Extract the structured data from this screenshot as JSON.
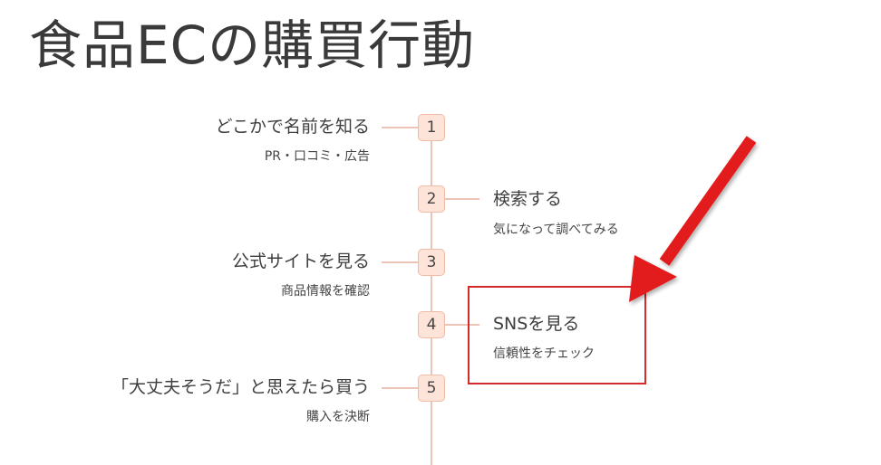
{
  "title": "食品ECの購買行動",
  "steps": [
    {
      "number": "1",
      "main": "どこかで名前を知る",
      "sub": "PR・口コミ・広告"
    },
    {
      "number": "2",
      "main": "検索する",
      "sub": "気になって調べてみる"
    },
    {
      "number": "3",
      "main": "公式サイトを見る",
      "sub": "商品情報を確認"
    },
    {
      "number": "4",
      "main": "SNSを見る",
      "sub": "信頼性をチェック"
    },
    {
      "number": "5",
      "main": "「大丈夫そうだ」と思えたら買う",
      "sub": "購入を決断"
    }
  ],
  "colors": {
    "timeline": "#ecc5b6",
    "number_box_fill": "#fde3d8",
    "number_box_border": "#f0bba6",
    "highlight": "#d42a2a",
    "arrow": "#e21d1d"
  },
  "icons": {
    "pointer": "arrow-icon"
  }
}
